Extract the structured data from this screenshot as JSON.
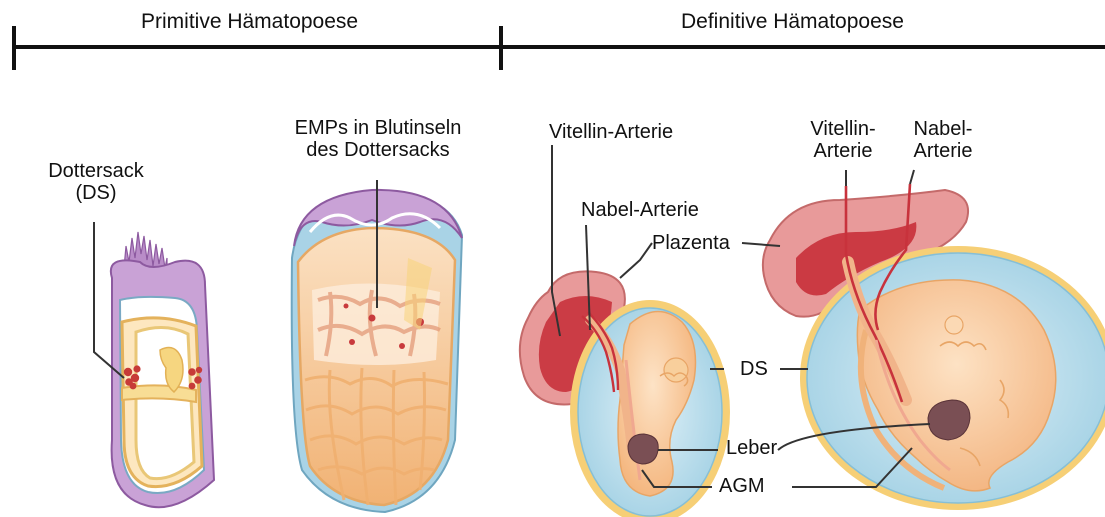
{
  "timeline": {
    "primitive_label": "Primitive Hämatopoese",
    "definitive_label": "Definitive Hämatopoese"
  },
  "labels": {
    "yolk_sac_line1": "Dottersack",
    "yolk_sac_line2": "(DS)",
    "emps_line1": "EMPs in Blutinseln",
    "emps_line2": "des Dottersacks",
    "vitellin_artery_left": "Vitellin-Arterie",
    "umbilical_artery_left": "Nabel-Arterie",
    "placenta": "Plazenta",
    "vitellin_right_line1": "Vitellin-",
    "vitellin_right_line2": "Arterie",
    "umbilical_right_line1": "Nabel-",
    "umbilical_right_line2": "Arterie",
    "ds": "DS",
    "liver": "Leber",
    "agm": "AGM"
  },
  "colors": {
    "yolk_sac_purple": "#c9a2d6",
    "membrane_blue": "#a9d3e6",
    "embryo_peach": "#f8c89a",
    "tissue_yellow": "#f6cf76",
    "placenta_pink": "#e89a9a",
    "placenta_red": "#c8323c",
    "liver_brown": "#7a4f54",
    "blood_island_red": "#d45a4c"
  }
}
